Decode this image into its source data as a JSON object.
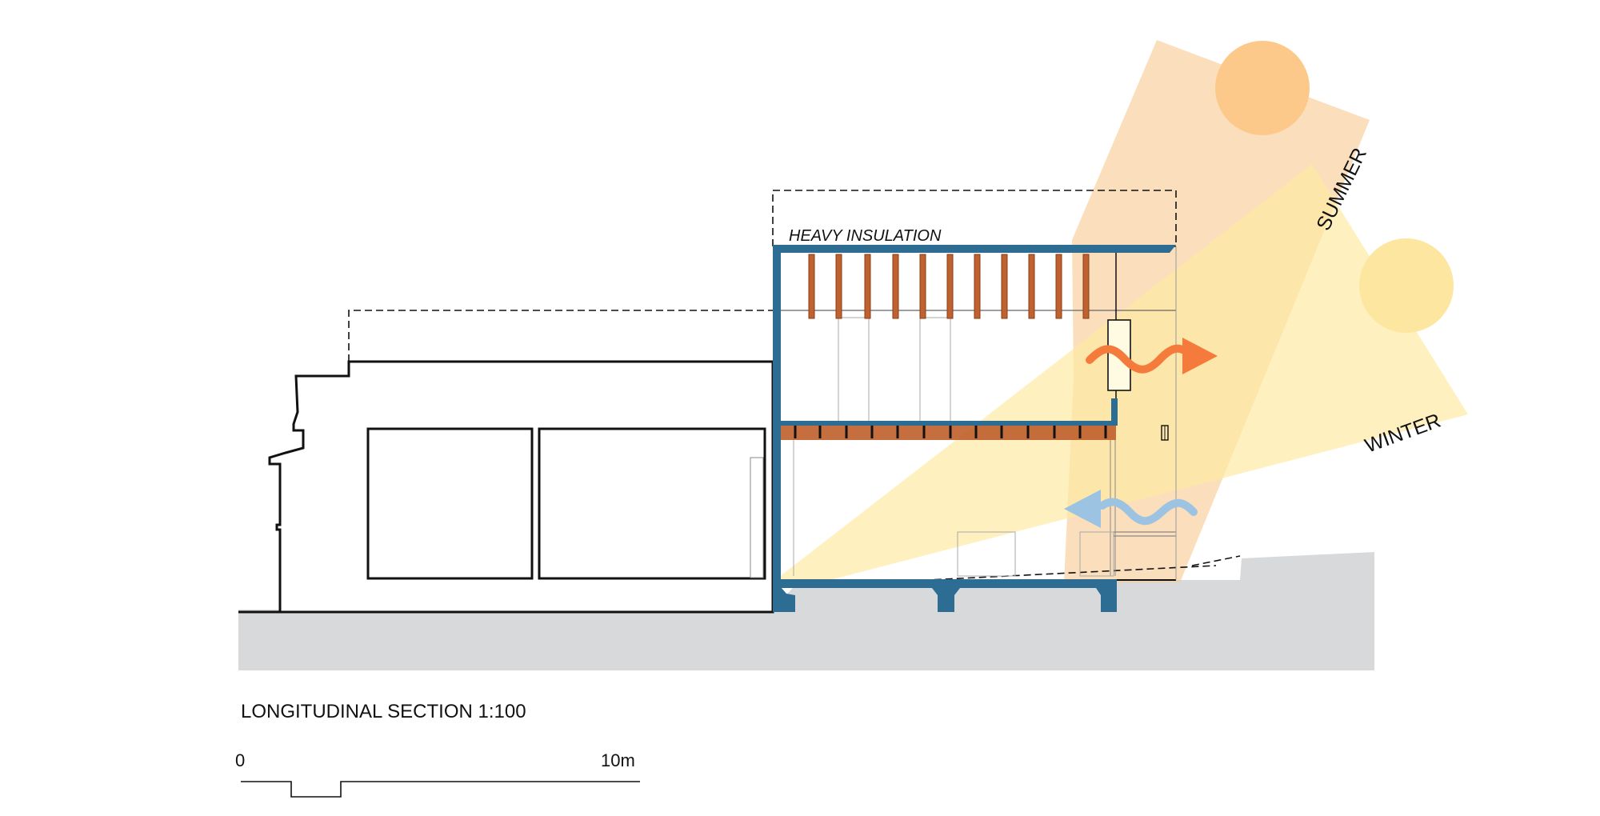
{
  "diagram": {
    "title": "LONGITUDINAL SECTION 1:100",
    "labels": {
      "insulation": "HEAVY INSULATION",
      "summer": "SUMMER",
      "winter": "WINTER"
    },
    "scale_bar": {
      "start": "0",
      "end": "10m"
    },
    "colors": {
      "structure": "#2e6d93",
      "ground": "#d8d9da",
      "summer_beam": "#f9cc93",
      "summer_sun": "#fdc98a",
      "winter_beam": "#fde9a1",
      "winter_sun": "#fde6a0",
      "heat_out_arrow": "#f47b3c",
      "air_in_arrow": "#9dc3e3",
      "timber": "#c0622f"
    }
  }
}
